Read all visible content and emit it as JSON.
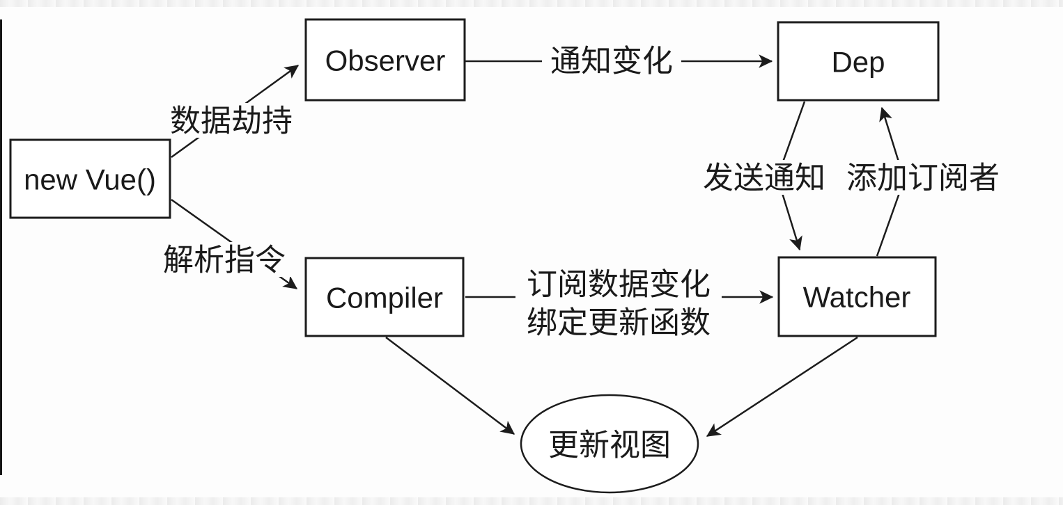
{
  "diagram": {
    "nodes": {
      "new_vue": {
        "label": "new Vue()"
      },
      "observer": {
        "label": "Observer"
      },
      "dep": {
        "label": "Dep"
      },
      "compiler": {
        "label": "Compiler"
      },
      "watcher": {
        "label": "Watcher"
      },
      "update_view": {
        "label": "更新视图"
      }
    },
    "edges": {
      "newvue_observer": {
        "label": "数据劫持"
      },
      "newvue_compiler": {
        "label": "解析指令"
      },
      "observer_dep": {
        "label": "通知变化"
      },
      "dep_watcher": {
        "label": "发送通知"
      },
      "watcher_dep": {
        "label": "添加订阅者"
      },
      "compiler_watcher": {
        "label_line1": "订阅数据变化",
        "label_line2": "绑定更新函数"
      }
    },
    "colors": {
      "stroke": "#1c1c1c",
      "node_fill": "#ffffff",
      "background": "#fdfdfd",
      "text": "#1a1a1a"
    }
  }
}
